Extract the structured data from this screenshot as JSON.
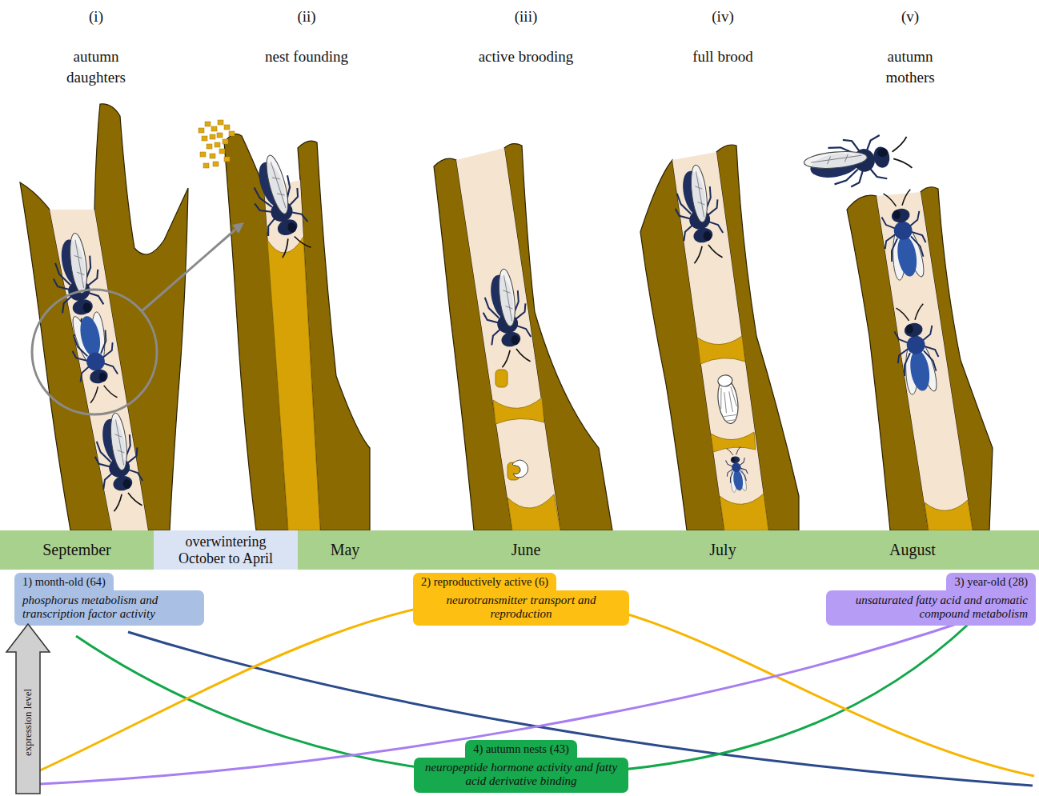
{
  "diagram": {
    "nodes": [
      {
        "text": [
          "September"
        ]
      },
      {
        "text": [
          "overwintering October to April"
        ]
      },
      {
        "text": [
          "May"
        ]
      },
      {
        "text": [
          "June"
        ]
      },
      {
        "text": [
          "July"
        ]
      },
      {
        "text": [
          "August"
        ]
      },
      {
        "text": [
          "1) month-old (64)",
          "phosphorus metabolism and transcription factor activity"
        ]
      },
      {
        "text": [
          "2) reproductively active (6)",
          "neurotransmitter transport and reproduction"
        ]
      },
      {
        "text": [
          "3) year-old (28)",
          "unsaturated fatty acid and aromatic compound metabolism"
        ]
      },
      {
        "text": [
          "expression level"
        ]
      },
      {
        "text": [
          "4) autumn nests (43)",
          "neuropeptide hormone activity and fatty acid derivative binding"
        ]
      }
    ],
    "labels": [
      "(i)",
      "autumn daughters",
      "(ii)",
      "nest founding",
      "(iii)",
      "active brooding",
      "(iv)",
      "full brood",
      "(v)",
      "autumn mothers"
    ]
  }
}
